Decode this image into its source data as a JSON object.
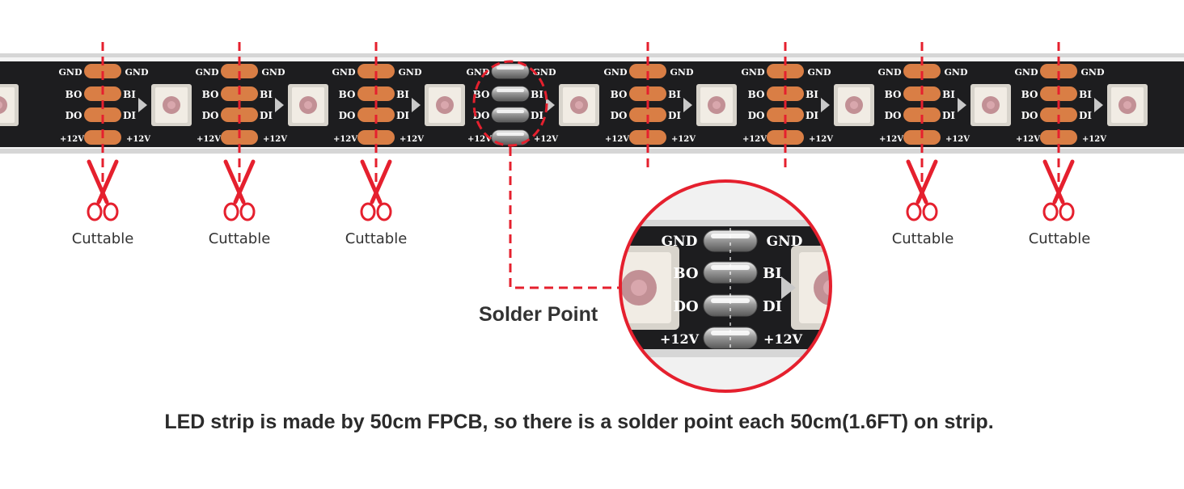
{
  "strip": {
    "pad_labels": {
      "gnd": "GND",
      "bo": "BO",
      "do": "DO",
      "bi": "BI",
      "di": "DI",
      "v12": "+12V"
    }
  },
  "cut_points": [
    {
      "label": "Cuttable"
    },
    {
      "label": "Cuttable"
    },
    {
      "label": "Cuttable"
    },
    {
      "label": "Cuttable"
    },
    {
      "label": "Cuttable"
    }
  ],
  "solder_point": {
    "label": "Solder Point"
  },
  "caption": "LED strip is made by 50cm FPCB, so there is a solder point each 50cm(1.6FT) on strip.",
  "colors": {
    "strip_pcb": "#1d1d1f",
    "strip_casing": "#d6d6d6",
    "copper_pad": "#d97e45",
    "solder": "#c8c8c8",
    "accent_red": "#e5202e",
    "text": "#333333",
    "led_body": "#f1ece4",
    "led_die": "#b2717b"
  }
}
